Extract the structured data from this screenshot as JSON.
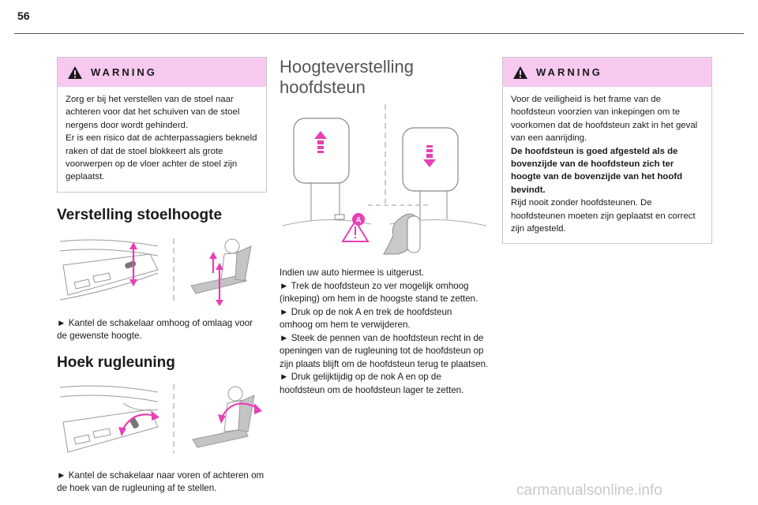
{
  "page": {
    "number": "56"
  },
  "warning_left": {
    "title": "WARNING",
    "lines": [
      "Zorg er bij het verstellen van de stoel naar",
      "achteren voor dat het schuiven van de stoel",
      "nergens door wordt gehinderd.",
      "Er is een risico dat de achterpassagiers bekneld",
      "raken of dat de stoel blokkeert als grote",
      "voorwerpen op de vloer achter de stoel zijn",
      "geplaatst."
    ]
  },
  "seat_height": {
    "heading": "Verstelling stoelhoogte",
    "lines": [
      "► Kantel de schakelaar omhoog of omlaag voor",
      "de gewenste hoogte."
    ]
  },
  "backrest": {
    "heading": "Hoek rugleuning",
    "lines": [
      "► Kantel de schakelaar naar voren of achteren om",
      "de hoek van de rugleuning af te stellen."
    ]
  },
  "headrest": {
    "heading_line1": "Hoogteverstelling",
    "heading_line2": "hoofdsteun",
    "marker": "A",
    "lines": [
      "Indien uw auto hiermee is uitgerust.",
      "► Trek de hoofdsteun zo ver mogelijk omhoog",
      "(inkeping) om hem in de hoogste stand te zetten.",
      "► Druk op de nok A en trek de hoofdsteun",
      "omhoog om hem te verwijderen.",
      "► Steek de pennen van de hoofdsteun recht in de",
      "openingen van de rugleuning tot de hoofdsteun op",
      "zijn plaats blijft om de hoofdsteun terug te plaatsen.",
      "► Druk gelijktijdig op de nok A en op de",
      "hoofdsteun om de hoofdsteun lager te zetten."
    ]
  },
  "warning_right": {
    "title": "WARNING",
    "lines": [
      "Voor de veiligheid is het frame van de",
      "hoofdsteun voorzien van inkepingen om te",
      "voorkomen dat de hoofdsteun zakt in het geval",
      "van een aanrijding."
    ],
    "bold_lines": [
      "De hoofdsteun is goed afgesteld als de",
      "bovenzijde van de hoofdsteun zich ter",
      "hoogte van de bovenzijde van het hoofd",
      "bevindt."
    ],
    "tail_lines": [
      "Rijd nooit zonder hoofdsteunen. De",
      "hoofdsteunen moeten zijn geplaatst en correct",
      "zijn afgesteld."
    ]
  },
  "footer": {
    "watermark": "carmanualsonline.info"
  },
  "icons": {
    "warning": "warning-triangle-icon"
  },
  "colors": {
    "accent": "#e73fb4",
    "warning_header": "#f7c9ef",
    "figure_gray": "#9a9a9a"
  }
}
